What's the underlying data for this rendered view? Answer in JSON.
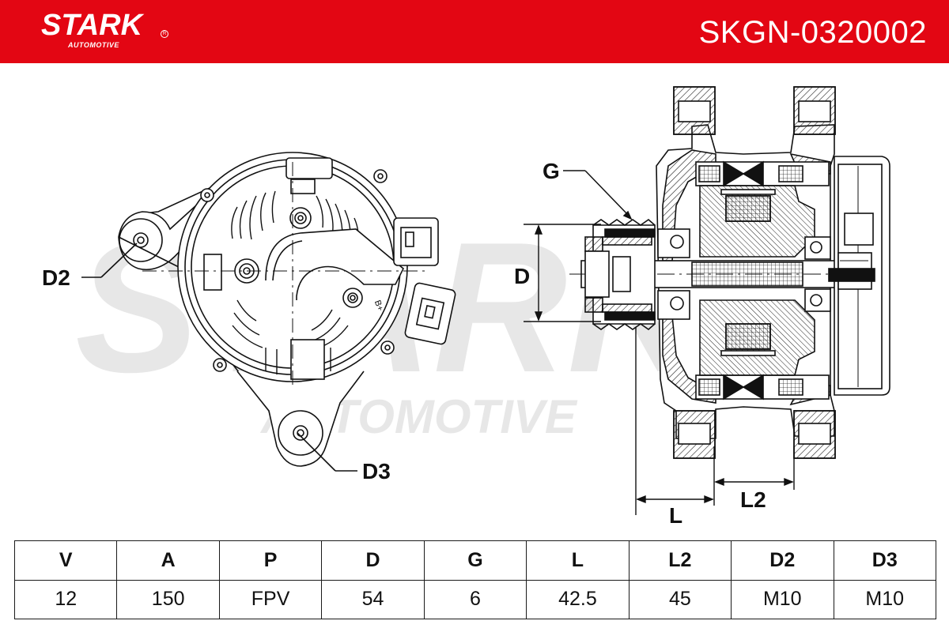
{
  "brand": {
    "name": "STARK",
    "sub": "AUTOMOTIVE",
    "reg": "R"
  },
  "header": {
    "part_number": "SKGN-0320002",
    "bg": "#e30613"
  },
  "watermark": {
    "line1": "STARK",
    "line2": "AUTOMOTIVE"
  },
  "labels": {
    "D2": "D2",
    "D3": "D3",
    "G": "G",
    "D": "D",
    "L": "L",
    "L2": "L2",
    "terminal": "B+"
  },
  "specs": {
    "headers": [
      "V",
      "A",
      "P",
      "D",
      "G",
      "L",
      "L2",
      "D2",
      "D3"
    ],
    "values": [
      "12",
      "150",
      "FPV",
      "54",
      "6",
      "42.5",
      "45",
      "M10",
      "M10"
    ]
  }
}
